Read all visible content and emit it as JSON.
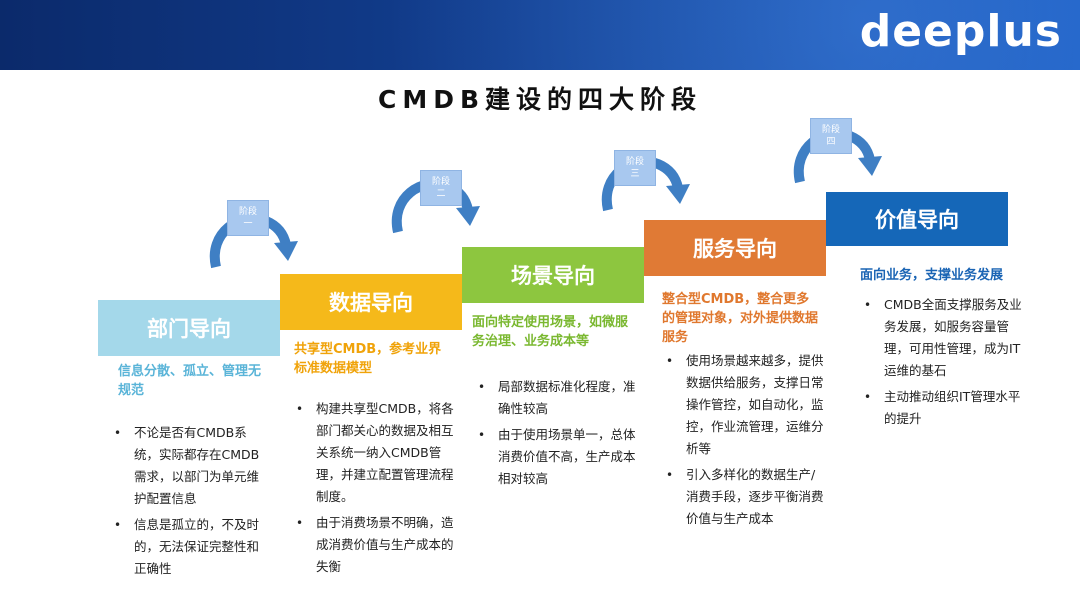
{
  "header": {
    "logo": "deeplus"
  },
  "title": "CMDB建设的四大阶段",
  "stages": [
    {
      "name": "部门导向",
      "color": "#a4d8ea",
      "desc": "信息分散、孤立、管理无规范",
      "bullets": [
        "不论是否有CMDB系统，实际都存在CMDB需求，以部门为单元维护配置信息",
        "信息是孤立的，不及时的，无法保证完整性和正确性"
      ]
    },
    {
      "name": "数据导向",
      "color": "#f5b91a",
      "desc": "共享型CMDB，参考业界标准数据模型",
      "bullets": [
        "构建共享型CMDB，将各部门都关心的数据及相互关系统一纳入CMDB管理，并建立配置管理流程制度。",
        "由于消费场景不明确，造成消费价值与生产成本的失衡"
      ]
    },
    {
      "name": "场景导向",
      "color": "#8dc63f",
      "desc": "面向特定使用场景，如微服务治理、业务成本等",
      "bullets": [
        "局部数据标准化程度，准确性较高",
        "由于使用场景单一，总体消费价值不高，生产成本相对较高"
      ]
    },
    {
      "name": "服务导向",
      "color": "#e07a35",
      "desc": "整合型CMDB，整合更多的管理对象，对外提供数据服务",
      "bullets": [
        "使用场景越来越多，提供数据供给服务，支撑日常操作管控，如自动化，监控，作业流管理，运维分析等",
        "引入多样化的数据生产/消费手段，逐步平衡消费价值与生产成本"
      ]
    },
    {
      "name": "价值导向",
      "color": "#1567b8",
      "desc": "面向业务，支撑业务发展",
      "bullets": [
        "CMDB全面支撑服务及业务发展，如服务容量管理，可用性管理，成为IT运维的基石",
        "主动推动组织IT管理水平的提升"
      ]
    }
  ],
  "badges": [
    {
      "line1": "阶段",
      "line2": "一"
    },
    {
      "line1": "阶段",
      "line2": "二"
    },
    {
      "line1": "阶段",
      "line2": "三"
    },
    {
      "line1": "阶段",
      "line2": "四"
    }
  ]
}
